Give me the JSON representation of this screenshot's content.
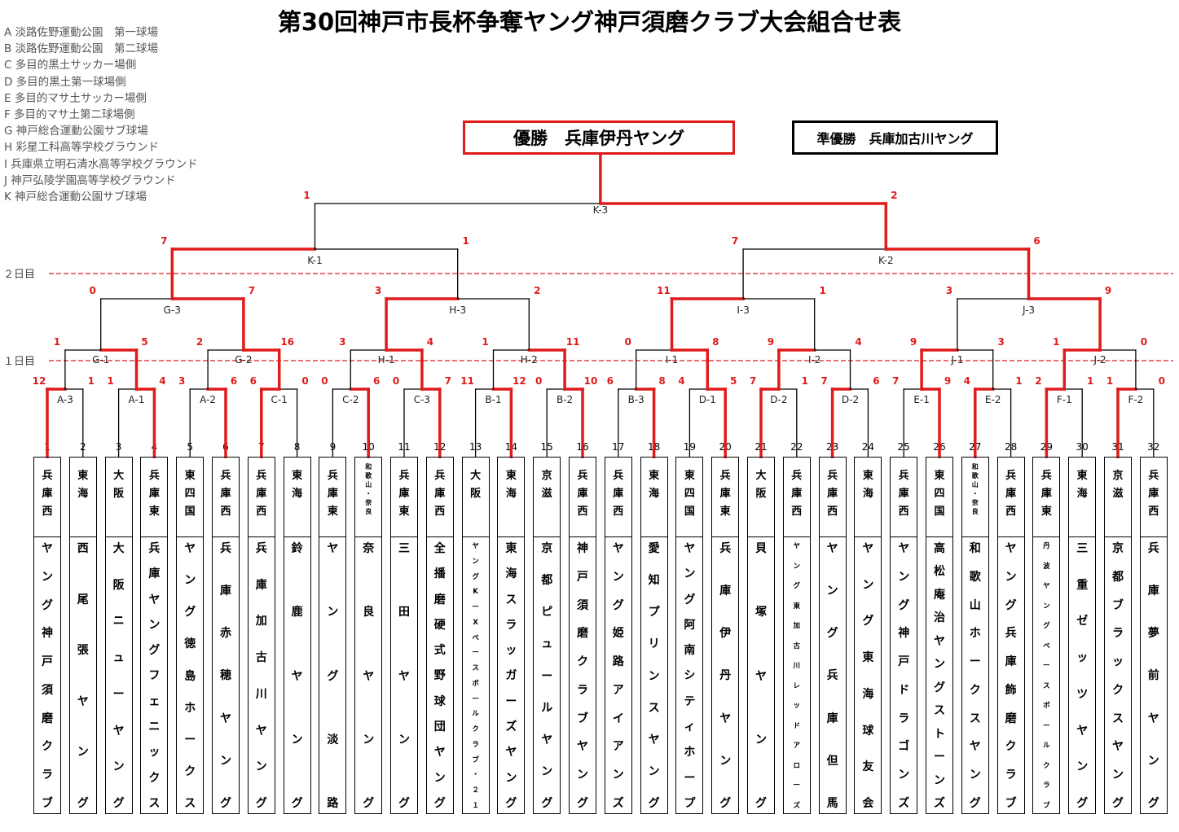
{
  "title": "第30回神戸市長杯争奪ヤング神戸須磨クラブ大会組合せ表",
  "venues": [
    "A 淡路佐野運動公園　第一球場",
    "B 淡路佐野運動公園　第二球場",
    "C 多目的黒土サッカー場側",
    "D 多目的黒土第一球場側",
    "E 多目的マサ土サッカー場側",
    "F 多目的マサ土第二球場側",
    "G 神戸総合運動公園サブ球場",
    "H 彩星工科高等学校グラウンド",
    "I 兵庫県立明石清水高等学校グラウンド",
    "J 神戸弘陵学園高等学校グラウンド",
    "K 神戸総合運動公園サブ球場"
  ],
  "champion": "優勝　兵庫伊丹ヤング",
  "runner_up": "準優勝　兵庫加古川ヤング",
  "day_labels": [
    "２日目",
    "１日目"
  ],
  "teams": [
    {
      "no": "1",
      "pref": "兵庫西",
      "name": "ヤング神戸須磨クラブ"
    },
    {
      "no": "2",
      "pref": "東海",
      "name": "西尾張ヤング"
    },
    {
      "no": "3",
      "pref": "大阪",
      "name": "大阪ニューヤング"
    },
    {
      "no": "4",
      "pref": "兵庫東",
      "name": "兵庫ヤングフェニックス"
    },
    {
      "no": "5",
      "pref": "東四国",
      "name": "ヤング徳島ホークス"
    },
    {
      "no": "6",
      "pref": "兵庫西",
      "name": "兵庫赤穂ヤング"
    },
    {
      "no": "7",
      "pref": "兵庫西",
      "name": "兵庫加古川ヤング"
    },
    {
      "no": "8",
      "pref": "東海",
      "name": "鈴鹿ヤング"
    },
    {
      "no": "9",
      "pref": "兵庫東",
      "name": "ヤング淡路"
    },
    {
      "no": "10",
      "pref": "和歌山・奈良",
      "name": "奈良ヤング"
    },
    {
      "no": "11",
      "pref": "兵庫東",
      "name": "三田ヤング"
    },
    {
      "no": "12",
      "pref": "兵庫西",
      "name": "全播磨硬式野球団ヤング"
    },
    {
      "no": "13",
      "pref": "大阪",
      "name": "ヤングKーXベースボールクラブ・２１"
    },
    {
      "no": "14",
      "pref": "東海",
      "name": "東海スラッガーズヤング"
    },
    {
      "no": "15",
      "pref": "京滋",
      "name": "京都ピュールヤング"
    },
    {
      "no": "16",
      "pref": "兵庫西",
      "name": "神戸須磨クラブヤング"
    },
    {
      "no": "17",
      "pref": "兵庫西",
      "name": "ヤング姫路アイアンズ"
    },
    {
      "no": "18",
      "pref": "東海",
      "name": "愛知プリンスヤング"
    },
    {
      "no": "19",
      "pref": "東四国",
      "name": "ヤング阿南シティホープ"
    },
    {
      "no": "20",
      "pref": "兵庫東",
      "name": "兵庫伊丹ヤング"
    },
    {
      "no": "21",
      "pref": "大阪",
      "name": "貝塚ヤング"
    },
    {
      "no": "22",
      "pref": "兵庫西",
      "name": "ヤング東加古川レッドアローズ"
    },
    {
      "no": "23",
      "pref": "兵庫西",
      "name": "ヤング兵庫但馬"
    },
    {
      "no": "24",
      "pref": "東海",
      "name": "ヤング東海球友会"
    },
    {
      "no": "25",
      "pref": "兵庫西",
      "name": "ヤング神戸ドラゴンズ"
    },
    {
      "no": "26",
      "pref": "東四国",
      "name": "高松庵治ヤングストーンズ"
    },
    {
      "no": "27",
      "pref": "和歌山・奈良",
      "name": "和歌山ホークスヤング"
    },
    {
      "no": "28",
      "pref": "兵庫西",
      "name": "ヤング兵庫飾磨クラブ"
    },
    {
      "no": "29",
      "pref": "兵庫東",
      "name": "丹波ヤングベースボールクラブ"
    },
    {
      "no": "30",
      "pref": "東海",
      "name": "三重ゼッツヤング"
    },
    {
      "no": "31",
      "pref": "京滋",
      "name": "京都ブラックスヤング"
    },
    {
      "no": "32",
      "pref": "兵庫西",
      "name": "兵庫夢前ヤング"
    }
  ],
  "round1": [
    {
      "label": "A-3",
      "s1": "12",
      "s2": "1",
      "w": 1
    },
    {
      "label": "A-1",
      "s1": "1",
      "s2": "4",
      "w": 2
    },
    {
      "label": "A-2",
      "s1": "3",
      "s2": "6",
      "w": 2
    },
    {
      "label": "C-1",
      "s1": "6",
      "s2": "0",
      "w": 1
    },
    {
      "label": "C-2",
      "s1": "0",
      "s2": "6",
      "w": 2
    },
    {
      "label": "C-3",
      "s1": "0",
      "s2": "7",
      "w": 2
    },
    {
      "label": "B-1",
      "s1": "11",
      "s2": "12",
      "w": 2
    },
    {
      "label": "B-2",
      "s1": "0",
      "s2": "10",
      "w": 2
    },
    {
      "label": "B-3",
      "s1": "6",
      "s2": "8",
      "w": 2
    },
    {
      "label": "D-1",
      "s1": "4",
      "s2": "5",
      "w": 2
    },
    {
      "label": "D-2",
      "s1": "7",
      "s2": "1",
      "w": 1
    },
    {
      "label": "D-2",
      "s1": "7",
      "s2": "6",
      "w": 1
    },
    {
      "label": "E-1",
      "s1": "7",
      "s2": "9",
      "w": 2
    },
    {
      "label": "E-2",
      "s1": "4",
      "s2": "1",
      "w": 1
    },
    {
      "label": "F-1",
      "s1": "2",
      "s2": "1",
      "w": 1
    },
    {
      "label": "F-2",
      "s1": "1",
      "s2": "0",
      "w": 1
    }
  ],
  "round2": [
    {
      "label": "G-1",
      "s1": "1",
      "s2": "5",
      "w": 2
    },
    {
      "label": "G-2",
      "s1": "2",
      "s2": "16",
      "w": 2
    },
    {
      "label": "H-1",
      "s1": "3",
      "s2": "4",
      "w": 2
    },
    {
      "label": "H-2",
      "s1": "1",
      "s2": "11",
      "w": 2
    },
    {
      "label": "I-1",
      "s1": "0",
      "s2": "8",
      "w": 2
    },
    {
      "label": "I-2",
      "s1": "9",
      "s2": "4",
      "w": 1
    },
    {
      "label": "J-1",
      "s1": "9",
      "s2": "3",
      "w": 1
    },
    {
      "label": "J-2",
      "s1": "1",
      "s2": "0",
      "w": 1
    }
  ],
  "round3": [
    {
      "label": "G-3",
      "s1": "0",
      "s2": "7",
      "w": 2
    },
    {
      "label": "H-3",
      "s1": "3",
      "s2": "2",
      "w": 1
    },
    {
      "label": "I-3",
      "s1": "11",
      "s2": "1",
      "w": 1
    },
    {
      "label": "J-3",
      "s1": "3",
      "s2": "9",
      "w": 2
    }
  ],
  "round4": [
    {
      "label": "K-1",
      "s1": "7",
      "s2": "1",
      "w": 1
    },
    {
      "label": "K-2",
      "s1": "7",
      "s2": "6",
      "w": 2
    }
  ],
  "final": [
    {
      "label": "K-3",
      "s1": "1",
      "s2": "2",
      "w": 2
    }
  ],
  "colors": {
    "win": "#e01b1b",
    "loss": "#000000",
    "dashed": "#e01b1b"
  }
}
